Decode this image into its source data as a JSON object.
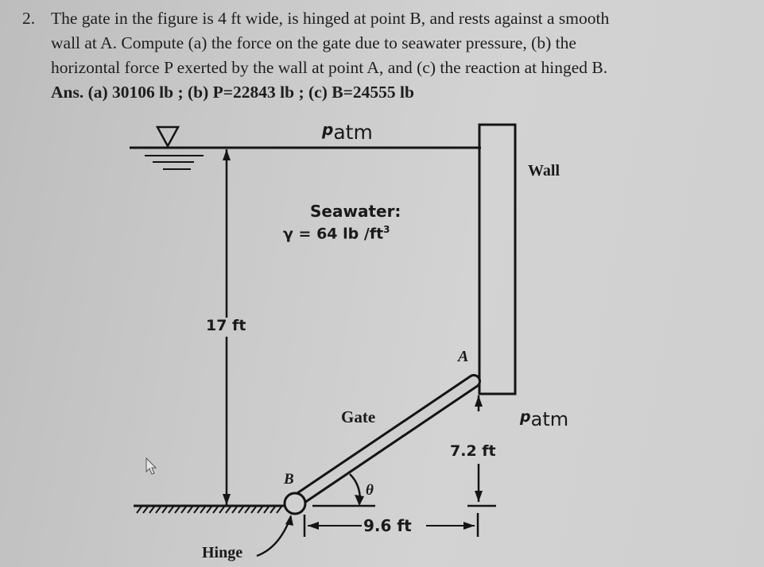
{
  "problem": {
    "number": "2.",
    "lines": [
      "The gate in the figure is 4 ft wide, is hinged at point B, and rests against a smooth",
      "wall at A. Compute (a) the force on the gate due to seawater pressure, (b) the",
      "horizontal force P exerted by the wall at point A, and (c) the reaction at hinged B."
    ],
    "answer": "Ans. (a) 30106 lb ; (b) P=22843 lb ; (c) B=24555 lb"
  },
  "figure": {
    "p_atm_top": {
      "p": "p",
      "sub": "atm"
    },
    "p_atm_right": {
      "p": "p",
      "sub": "atm"
    },
    "wall_label": "Wall",
    "fluid_name": "Seawater:",
    "specific_weight": "γ = 64 lb /ft",
    "specific_weight_exp": "3",
    "depth_label": "17 ft",
    "point_a": "A",
    "point_b": "B",
    "gate_label": "Gate",
    "angle_label": "θ",
    "vertical_dim": "7.2 ft",
    "horizontal_dim": "9.6 ft",
    "hinge_label": "Hinge"
  }
}
